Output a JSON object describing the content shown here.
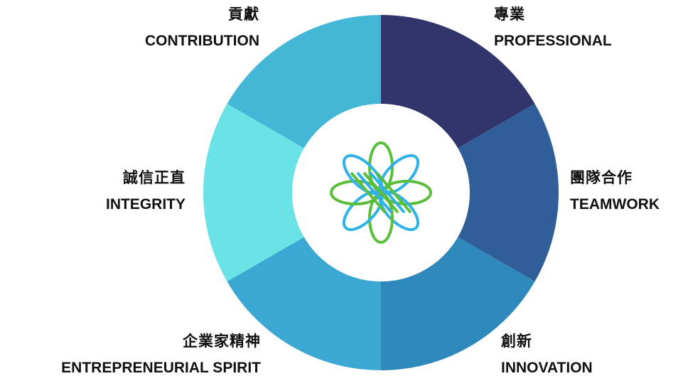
{
  "wheel": {
    "segments": [
      {
        "zh": "專業",
        "en": "PROFESSIONAL",
        "color": "#32356c"
      },
      {
        "zh": "團隊合作",
        "en": "TEAMWORK",
        "color": "#2f5e99"
      },
      {
        "zh": "創新",
        "en": "INNOVATION",
        "color": "#2f88bb"
      },
      {
        "zh": "企業家精神",
        "en": "ENTREPRENEURIAL SPIRIT",
        "color": "#3aa8d3"
      },
      {
        "zh": "誠信正直",
        "en": "INTEGRITY",
        "color": "#6ae3e6"
      },
      {
        "zh": "貢獻",
        "en": "CONTRIBUTION",
        "color": "#44b7d6"
      }
    ],
    "center_color": "#ffffff",
    "logo_colors": {
      "green": "#5bbd3c",
      "blue": "#2fb2e6"
    }
  }
}
